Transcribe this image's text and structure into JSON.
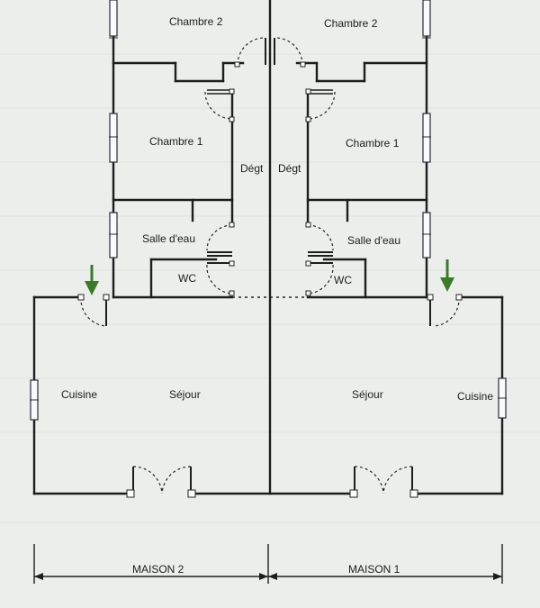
{
  "rooms": {
    "chambre2_left": "Chambre 2",
    "chambre2_right": "Chambre 2",
    "chambre1_left": "Chambre 1",
    "chambre1_right": "Chambre 1",
    "degt_left": "Dégt",
    "degt_right": "Dégt",
    "salle_eau_left": "Salle d'eau",
    "salle_eau_right": "Salle d'eau",
    "wc_left": "WC",
    "wc_right": "WC",
    "cuisine_left": "Cuisine",
    "sejour_left": "Séjour",
    "sejour_right": "Séjour",
    "cuisine_right": "Cuisine"
  },
  "dimensions": {
    "maison2": "MAISON 2",
    "maison1": "MAISON 1"
  },
  "colors": {
    "wall": "#1d1d1d",
    "arrow": "#3a7a2a",
    "paper": "#eceeec"
  },
  "icons": {
    "entrance_arrow": "down-arrow-icon"
  }
}
